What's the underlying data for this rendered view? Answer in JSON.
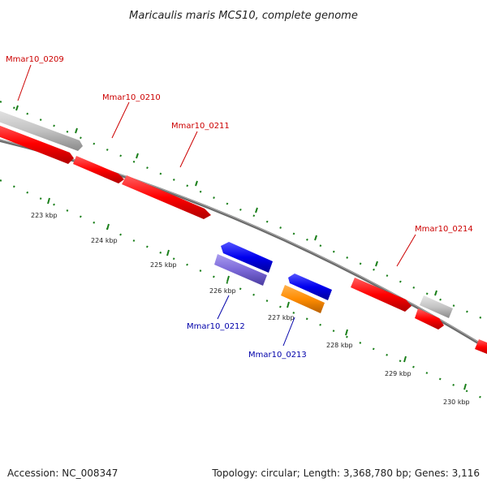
{
  "title": "Maricaulis maris MCS10, complete genome",
  "footer": {
    "accession": "Accession: NC_008347",
    "topology": "Topology: circular; Length: 3,368,780 bp; Genes: 3,116"
  },
  "colors": {
    "cds_forward": "#ff0000",
    "cds_reverse": "#0000ff",
    "rna_gray": "#bfbfbf",
    "purple": "#7b68d8",
    "orange": "#ff8c00",
    "backbone": "#6b6b6b",
    "tick": "#1a7f1a",
    "label_forward": "#cc0000",
    "label_reverse": "#0000aa"
  },
  "ticks": [
    "223 kbp",
    "224 kbp",
    "225 kbp",
    "226 kbp",
    "227 kbp",
    "228 kbp",
    "229 kbp",
    "230 kbp"
  ],
  "gene_labels": [
    {
      "name": "Mmar10_0209",
      "strand": "forward"
    },
    {
      "name": "Mmar10_0210",
      "strand": "forward"
    },
    {
      "name": "Mmar10_0211",
      "strand": "forward"
    },
    {
      "name": "Mmar10_0214",
      "strand": "forward"
    },
    {
      "name": "Mmar10_0212",
      "strand": "reverse"
    },
    {
      "name": "Mmar10_0213",
      "strand": "reverse"
    }
  ]
}
